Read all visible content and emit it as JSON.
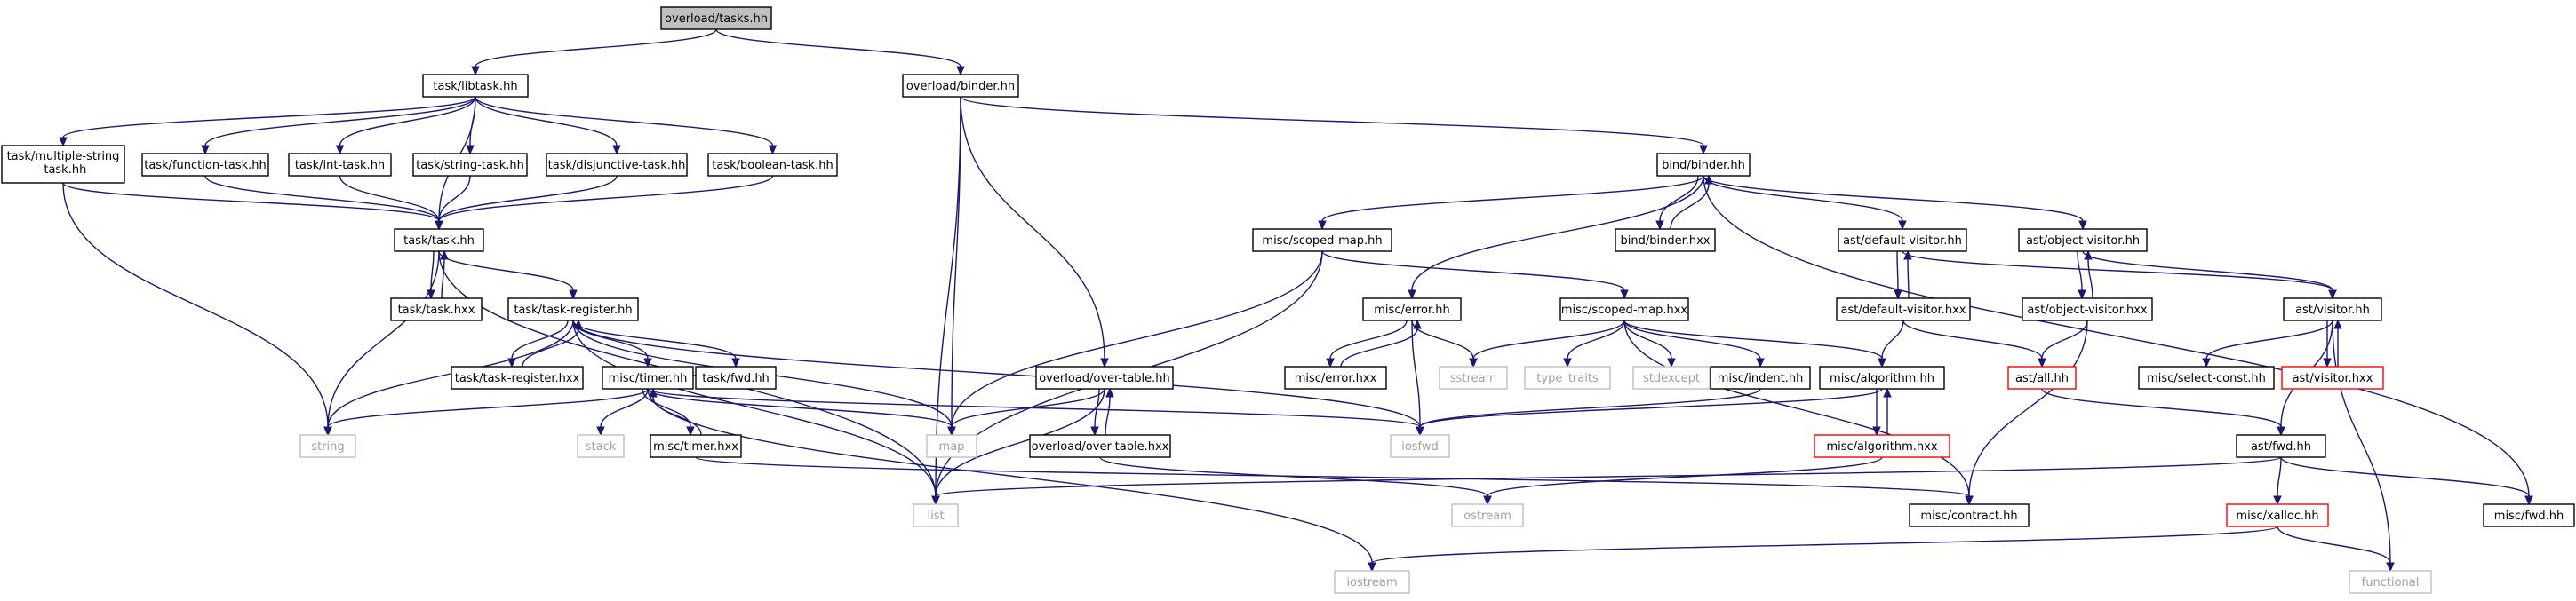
{
  "graph": {
    "colors": {
      "edge": "#191970",
      "node_border": "#000000",
      "root_fill": "#bfbfbf",
      "missing_border": "#bfbfbf",
      "missing_text": "#a0a0a0",
      "truncated_border": "#ff0000",
      "text": "#000000"
    },
    "nodes": [
      {
        "id": "root",
        "label": "overload/tasks.hh",
        "kind": "root"
      },
      {
        "id": "libtask",
        "label": "task/libtask.hh",
        "kind": "normal"
      },
      {
        "id": "binderhh",
        "label": "overload/binder.hh",
        "kind": "normal"
      },
      {
        "id": "multistr",
        "label": [
          "task/multiple-string",
          "-task.hh"
        ],
        "kind": "normal"
      },
      {
        "id": "functask",
        "label": "task/function-task.hh",
        "kind": "normal"
      },
      {
        "id": "inttask",
        "label": "task/int-task.hh",
        "kind": "normal"
      },
      {
        "id": "strtask",
        "label": "task/string-task.hh",
        "kind": "normal"
      },
      {
        "id": "disjtask",
        "label": "task/disjunctive-task.hh",
        "kind": "normal"
      },
      {
        "id": "booltask",
        "label": "task/boolean-task.hh",
        "kind": "normal"
      },
      {
        "id": "taskhh",
        "label": "task/task.hh",
        "kind": "normal"
      },
      {
        "id": "taskhxx",
        "label": "task/task.hxx",
        "kind": "normal"
      },
      {
        "id": "taskreg",
        "label": "task/task-register.hh",
        "kind": "normal"
      },
      {
        "id": "taskreghxx",
        "label": "task/task-register.hxx",
        "kind": "normal"
      },
      {
        "id": "timerhh",
        "label": "misc/timer.hh",
        "kind": "normal"
      },
      {
        "id": "taskfwd",
        "label": "task/fwd.hh",
        "kind": "normal"
      },
      {
        "id": "timerhxx",
        "label": "misc/timer.hxx",
        "kind": "normal"
      },
      {
        "id": "string",
        "label": "string",
        "kind": "missing"
      },
      {
        "id": "stack",
        "label": "stack",
        "kind": "missing"
      },
      {
        "id": "map",
        "label": "map",
        "kind": "missing"
      },
      {
        "id": "list",
        "label": "list",
        "kind": "missing"
      },
      {
        "id": "iostream",
        "label": "iostream",
        "kind": "missing"
      },
      {
        "id": "overtable",
        "label": "overload/over-table.hh",
        "kind": "normal"
      },
      {
        "id": "overtablehxx",
        "label": "overload/over-table.hxx",
        "kind": "normal"
      },
      {
        "id": "bindbinder",
        "label": "bind/binder.hh",
        "kind": "normal"
      },
      {
        "id": "bindbinderhxx",
        "label": "bind/binder.hxx",
        "kind": "normal"
      },
      {
        "id": "scopedmap",
        "label": "misc/scoped-map.hh",
        "kind": "normal"
      },
      {
        "id": "scopedmaphxx",
        "label": "misc/scoped-map.hxx",
        "kind": "normal"
      },
      {
        "id": "errorhh",
        "label": "misc/error.hh",
        "kind": "normal"
      },
      {
        "id": "errorhxx",
        "label": "misc/error.hxx",
        "kind": "normal"
      },
      {
        "id": "sstream",
        "label": "sstream",
        "kind": "missing"
      },
      {
        "id": "iosfwd",
        "label": "iosfwd",
        "kind": "missing"
      },
      {
        "id": "typetraits",
        "label": "type_traits",
        "kind": "missing"
      },
      {
        "id": "stdexcept",
        "label": "stdexcept",
        "kind": "missing"
      },
      {
        "id": "indent",
        "label": "misc/indent.hh",
        "kind": "normal"
      },
      {
        "id": "algohh",
        "label": "misc/algorithm.hh",
        "kind": "normal"
      },
      {
        "id": "algohxx",
        "label": "misc/algorithm.hxx",
        "kind": "truncated"
      },
      {
        "id": "defvishh",
        "label": "ast/default-visitor.hh",
        "kind": "normal"
      },
      {
        "id": "defvishxx",
        "label": "ast/default-visitor.hxx",
        "kind": "normal"
      },
      {
        "id": "objvishh",
        "label": "ast/object-visitor.hh",
        "kind": "normal"
      },
      {
        "id": "objvishxx",
        "label": "ast/object-visitor.hxx",
        "kind": "normal"
      },
      {
        "id": "allhh",
        "label": "ast/all.hh",
        "kind": "truncated"
      },
      {
        "id": "visitorhh",
        "label": "ast/visitor.hh",
        "kind": "normal"
      },
      {
        "id": "selectconst",
        "label": "misc/select-const.hh",
        "kind": "normal"
      },
      {
        "id": "visitorhxx",
        "label": "ast/visitor.hxx",
        "kind": "truncated"
      },
      {
        "id": "astfwd",
        "label": "ast/fwd.hh",
        "kind": "normal"
      },
      {
        "id": "ostream",
        "label": "ostream",
        "kind": "missing"
      },
      {
        "id": "contract",
        "label": "misc/contract.hh",
        "kind": "normal"
      },
      {
        "id": "xalloc",
        "label": "misc/xalloc.hh",
        "kind": "truncated"
      },
      {
        "id": "functional",
        "label": "functional",
        "kind": "missing"
      },
      {
        "id": "miscfwd",
        "label": "misc/fwd.hh",
        "kind": "normal"
      }
    ],
    "edges": [
      [
        "root",
        "libtask"
      ],
      [
        "root",
        "binderhh"
      ],
      [
        "libtask",
        "multistr"
      ],
      [
        "libtask",
        "functask"
      ],
      [
        "libtask",
        "inttask"
      ],
      [
        "libtask",
        "strtask"
      ],
      [
        "libtask",
        "disjtask"
      ],
      [
        "libtask",
        "booltask"
      ],
      [
        "libtask",
        "taskhh"
      ],
      [
        "multistr",
        "taskhh"
      ],
      [
        "multistr",
        "string"
      ],
      [
        "functask",
        "taskhh"
      ],
      [
        "inttask",
        "taskhh"
      ],
      [
        "strtask",
        "taskhh"
      ],
      [
        "disjtask",
        "taskhh"
      ],
      [
        "booltask",
        "taskhh"
      ],
      [
        "taskhh",
        "taskhxx"
      ],
      [
        "taskhxx",
        "taskhh"
      ],
      [
        "taskhh",
        "taskreg"
      ],
      [
        "taskhh",
        "string"
      ],
      [
        "taskhh",
        "list"
      ],
      [
        "taskreg",
        "taskreghxx"
      ],
      [
        "taskreghxx",
        "taskreg"
      ],
      [
        "taskreg",
        "timerhh"
      ],
      [
        "taskreg",
        "taskfwd"
      ],
      [
        "taskreg",
        "string"
      ],
      [
        "taskreg",
        "map"
      ],
      [
        "taskreg",
        "list"
      ],
      [
        "taskreg",
        "iosfwd"
      ],
      [
        "timerhh",
        "timerhxx"
      ],
      [
        "timerhxx",
        "timerhh"
      ],
      [
        "timerhh",
        "string"
      ],
      [
        "timerhh",
        "stack"
      ],
      [
        "timerhh",
        "map"
      ],
      [
        "timerhh",
        "iosfwd"
      ],
      [
        "timerhh",
        "iostream"
      ],
      [
        "timerhxx",
        "contract"
      ],
      [
        "binderhh",
        "list"
      ],
      [
        "binderhh",
        "map"
      ],
      [
        "binderhh",
        "overtable"
      ],
      [
        "binderhh",
        "bindbinder"
      ],
      [
        "overtable",
        "overtablehxx"
      ],
      [
        "overtablehxx",
        "overtable"
      ],
      [
        "overtable",
        "map"
      ],
      [
        "overtable",
        "list"
      ],
      [
        "overtablehxx",
        "ostream"
      ],
      [
        "bindbinder",
        "scopedmap"
      ],
      [
        "bindbinder",
        "bindbinderhxx"
      ],
      [
        "bindbinderhxx",
        "bindbinder"
      ],
      [
        "bindbinder",
        "errorhh"
      ],
      [
        "bindbinder",
        "defvishh"
      ],
      [
        "bindbinder",
        "objvishh"
      ],
      [
        "bindbinder",
        "miscfwd"
      ],
      [
        "scopedmap",
        "map"
      ],
      [
        "scopedmap",
        "list"
      ],
      [
        "scopedmap",
        "scopedmaphxx"
      ],
      [
        "scopedmaphxx",
        "sstream"
      ],
      [
        "scopedmaphxx",
        "typetraits"
      ],
      [
        "scopedmaphxx",
        "stdexcept"
      ],
      [
        "scopedmaphxx",
        "indent"
      ],
      [
        "scopedmaphxx",
        "algohh"
      ],
      [
        "scopedmaphxx",
        "contract"
      ],
      [
        "errorhh",
        "errorhxx"
      ],
      [
        "errorhxx",
        "errorhh"
      ],
      [
        "errorhh",
        "sstream"
      ],
      [
        "errorhh",
        "iosfwd"
      ],
      [
        "indent",
        "iosfwd"
      ],
      [
        "algohh",
        "algohxx"
      ],
      [
        "algohxx",
        "algohh"
      ],
      [
        "algohh",
        "iosfwd"
      ],
      [
        "algohxx",
        "ostream"
      ],
      [
        "defvishh",
        "defvishxx"
      ],
      [
        "defvishxx",
        "defvishh"
      ],
      [
        "defvishh",
        "visitorhh"
      ],
      [
        "defvishxx",
        "algohh"
      ],
      [
        "defvishxx",
        "allhh"
      ],
      [
        "objvishh",
        "objvishxx"
      ],
      [
        "objvishxx",
        "objvishh"
      ],
      [
        "objvishh",
        "visitorhh"
      ],
      [
        "objvishxx",
        "allhh"
      ],
      [
        "objvishxx",
        "contract"
      ],
      [
        "allhh",
        "astfwd"
      ],
      [
        "visitorhh",
        "selectconst"
      ],
      [
        "visitorhh",
        "visitorhxx"
      ],
      [
        "visitorhxx",
        "visitorhh"
      ],
      [
        "visitorhh",
        "functional"
      ],
      [
        "visitorhh",
        "astfwd"
      ],
      [
        "astfwd",
        "list"
      ],
      [
        "astfwd",
        "xalloc"
      ],
      [
        "astfwd",
        "miscfwd"
      ],
      [
        "xalloc",
        "functional"
      ],
      [
        "xalloc",
        "iostream"
      ]
    ]
  }
}
